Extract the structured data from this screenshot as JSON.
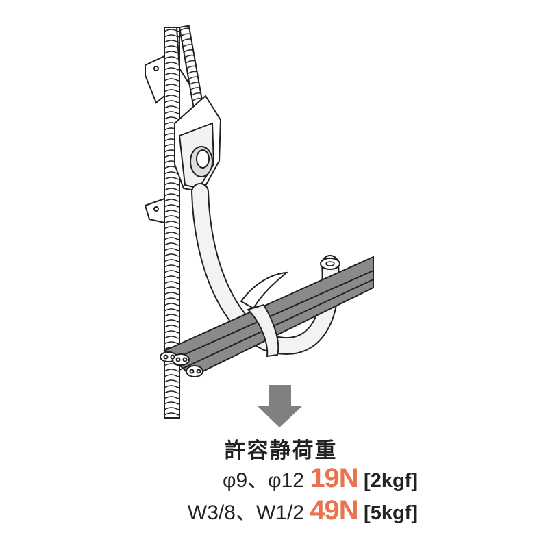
{
  "title": "許容静荷重",
  "rows": [
    {
      "sizes": "φ9、φ12",
      "load": "19N",
      "load_kgf": "[2kgf]"
    },
    {
      "sizes": "W3/8、W1/2",
      "load": "49N",
      "load_kgf": "[5kgf]"
    }
  ],
  "colors": {
    "accent": "#e8734e",
    "arrow": "#808080",
    "cable": "#8a8a8a"
  },
  "icons": {
    "arrow": "down-arrow-icon"
  }
}
